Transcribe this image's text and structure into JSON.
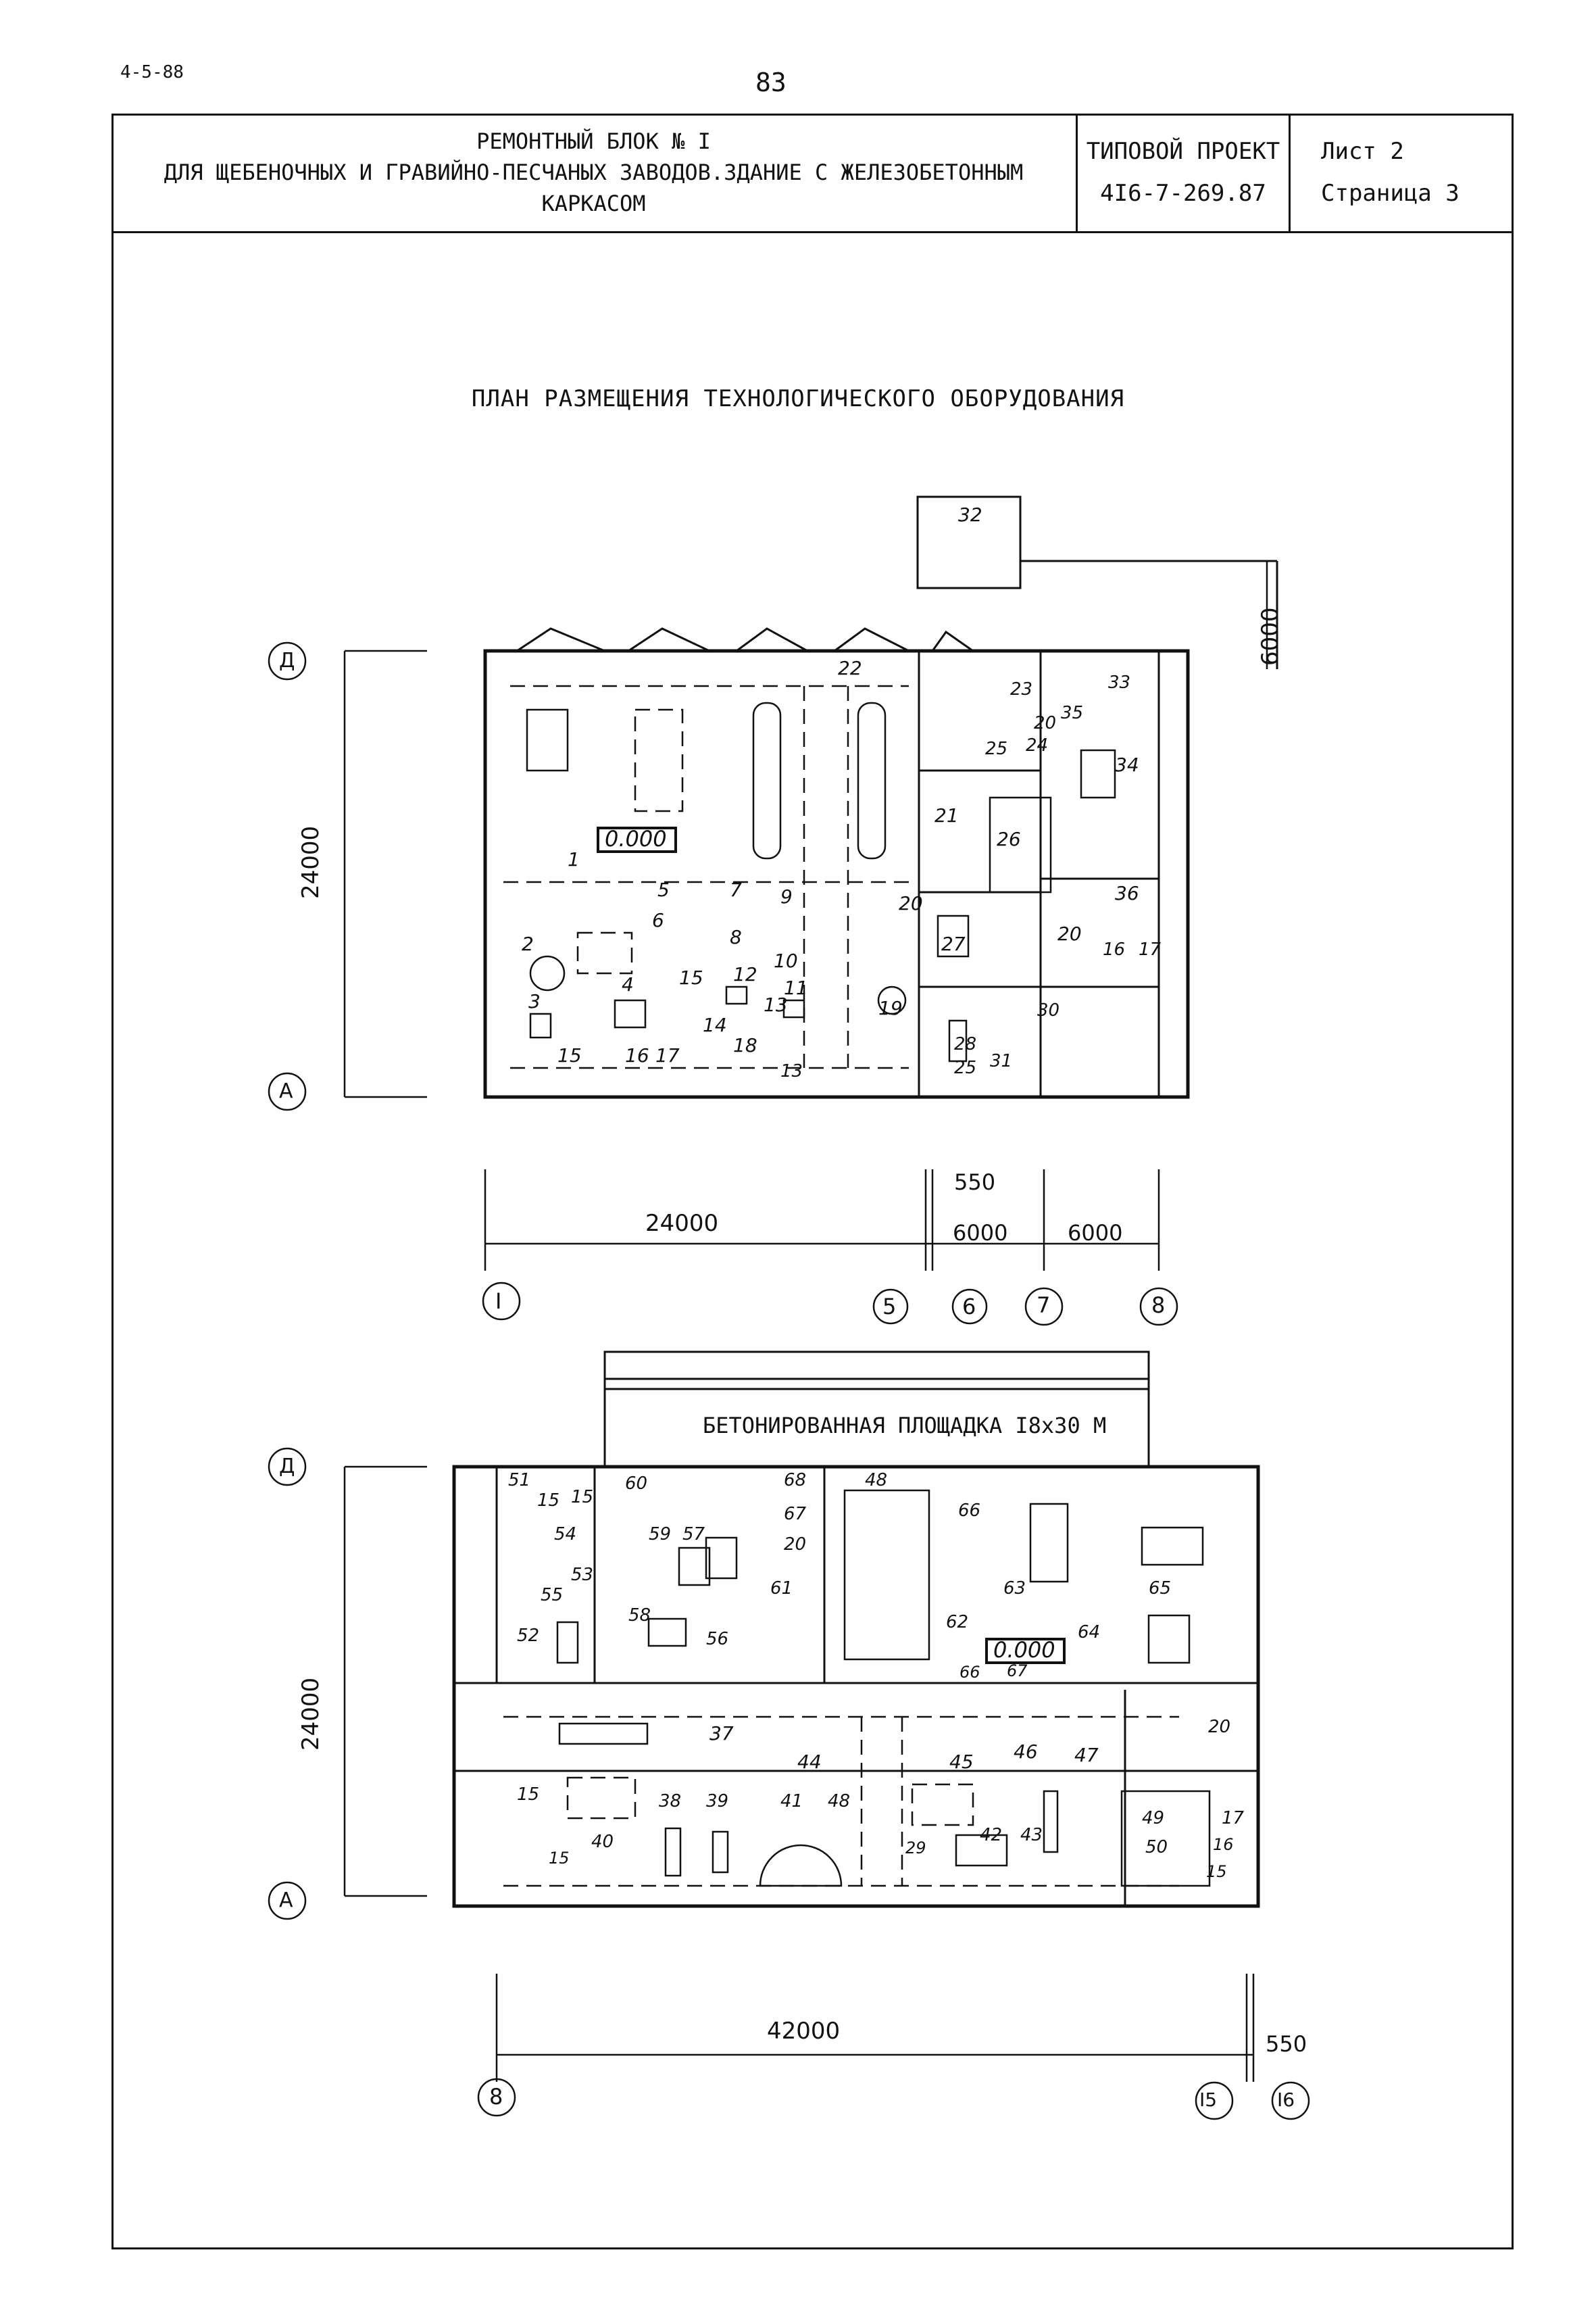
{
  "page": {
    "code": "4-5-88",
    "number": "83"
  },
  "header": {
    "title_line1": "РЕМОНТНЫЙ БЛОК № I",
    "title_line2": "ДЛЯ ЩЕБЕНОЧНЫХ И ГРАВИЙНО-ПЕСЧАНЫХ ЗАВОДОВ.ЗДАНИЕ С ЖЕЛЕЗОБЕТОННЫМ",
    "title_line3": "КАРКАСОМ",
    "project_label": "ТИПОВОЙ ПРОЕКТ",
    "project_number": "4I6-7-269.87",
    "sheet": "Лист 2",
    "page_label": "Страница 3"
  },
  "plan_title": "ПЛАН РАЗМЕЩЕНИЯ ТЕХНОЛОГИЧЕСКОГО ОБОРУДОВАНИЯ",
  "upper_plan": {
    "axis_top": "Д",
    "axis_bottom": "А",
    "height_dim": "24000",
    "outdoor_dim": "6000",
    "level_mark": "0.000",
    "dims": [
      "24000",
      "550",
      "6000",
      "6000"
    ],
    "axes": [
      "I",
      "5",
      "6",
      "7",
      "8"
    ],
    "labels": [
      "1",
      "2",
      "3",
      "4",
      "5",
      "6",
      "7",
      "8",
      "9",
      "10",
      "11",
      "12",
      "13",
      "14",
      "15",
      "15",
      "16",
      "17",
      "18",
      "19",
      "20",
      "20",
      "20",
      "21",
      "22",
      "23",
      "24",
      "25",
      "25",
      "26",
      "27",
      "28",
      "30",
      "31",
      "32",
      "33",
      "34",
      "35",
      "36",
      "13",
      "16",
      "17"
    ]
  },
  "lower_plan": {
    "axis_top": "Д",
    "axis_bottom": "А",
    "height_dim": "24000",
    "yard_label": "БЕТОНИРОВАННАЯ ПЛОЩАДКА I8x30 М",
    "level_mark": "0.000",
    "dims": [
      "42000",
      "550"
    ],
    "axes": [
      "8",
      "I5",
      "I6"
    ],
    "labels": [
      "51",
      "15",
      "15",
      "54",
      "53",
      "55",
      "52",
      "60",
      "59",
      "57",
      "58",
      "56",
      "68",
      "67",
      "20",
      "61",
      "48",
      "66",
      "63",
      "62",
      "65",
      "64",
      "66",
      "67",
      "37",
      "44",
      "45",
      "46",
      "47",
      "20",
      "15",
      "38",
      "39",
      "40",
      "41",
      "48",
      "29",
      "42",
      "43",
      "49",
      "50",
      "17",
      "16",
      "15",
      "15"
    ]
  }
}
